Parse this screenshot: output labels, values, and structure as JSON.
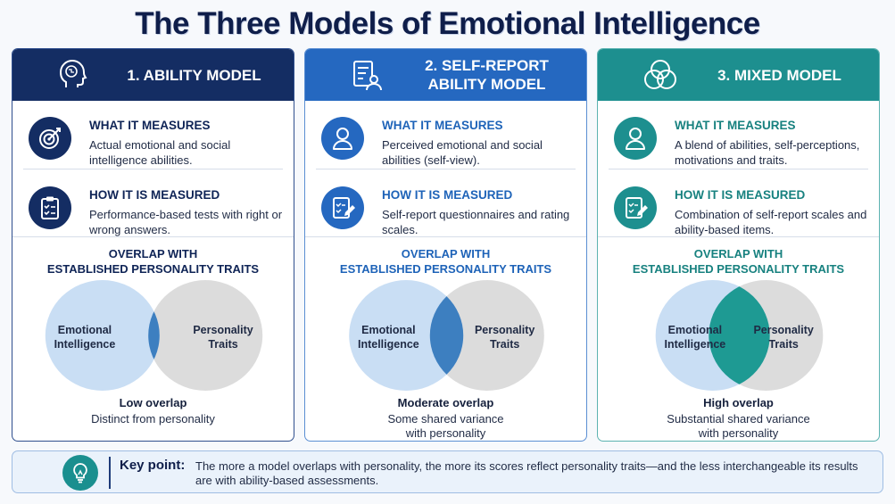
{
  "title": "The Three Models of Emotional Intelligence",
  "columns": [
    {
      "title": "1. ABILITY MODEL",
      "header_icon": "head-brain-icon",
      "colors": {
        "head": "#142d63",
        "accent": "#0f2456",
        "icon_bg": "#142d63",
        "border": "#2f4f8e",
        "overlap": "#3d7fc0"
      },
      "measures": {
        "heading": "WHAT IT MEASURES",
        "text": "Actual emotional and social intelligence abilities.",
        "icon": "target-icon"
      },
      "method": {
        "heading": "HOW IT IS MEASURED",
        "text": "Performance-based tests with right or wrong answers.",
        "icon": "clipboard-check-icon"
      },
      "overlap_title": "OVERLAP WITH\nESTABLISHED PERSONALITY TRAITS",
      "overlap_fraction": 0.15,
      "venn_left": "Emotional\nIntelligence",
      "venn_right": "Personality\nTraits",
      "overlap_level": "Low overlap",
      "overlap_desc": "Distinct from personality"
    },
    {
      "title": "2. SELF-REPORT\nABILITY MODEL",
      "header_icon": "report-person-icon",
      "colors": {
        "head": "#2568c0",
        "accent": "#1e63b8",
        "icon_bg": "#2568c0",
        "border": "#5b8fd3",
        "overlap": "#3d7fc0"
      },
      "measures": {
        "heading": "WHAT IT MEASURES",
        "text": "Perceived emotional and social abilities (self-view).",
        "icon": "person-icon"
      },
      "method": {
        "heading": "HOW IT IS MEASURED",
        "text": "Self-report questionnaires and rating scales.",
        "icon": "form-pencil-icon"
      },
      "overlap_title": "OVERLAP WITH\nESTABLISHED PERSONALITY TRAITS",
      "overlap_fraction": 0.35,
      "venn_left": "Emotional\nIntelligence",
      "venn_right": "Personality\nTraits",
      "overlap_level": "Moderate overlap",
      "overlap_desc": "Some shared variance\nwith personality"
    },
    {
      "title": "3. MIXED MODEL",
      "header_icon": "three-circles-icon",
      "colors": {
        "head": "#1d8f8f",
        "accent": "#17817f",
        "icon_bg": "#1d8f8f",
        "border": "#5cb3b1",
        "overlap": "#1e9a93"
      },
      "measures": {
        "heading": "WHAT IT MEASURES",
        "text": "A blend of abilities, self-perceptions, motivations and traits.",
        "icon": "person-icon"
      },
      "method": {
        "heading": "HOW IT IS MEASURED",
        "text": "Combination of self-report scales and ability-based items.",
        "icon": "form-pencil-icon"
      },
      "overlap_title": "OVERLAP WITH\nESTABLISHED PERSONALITY TRAITS",
      "overlap_fraction": 0.6,
      "venn_left": "Emotional\nIntelligence",
      "venn_right": "Personality\nTraits",
      "overlap_level": "High overlap",
      "overlap_desc": "Substantial shared variance\nwith personality"
    }
  ],
  "key_point": {
    "label": "Key point:",
    "icon": "lightbulb-icon",
    "text": "The more a model overlaps with personality, the more its scores reflect personality traits—and the less interchangeable its results are with ability-based assessments."
  }
}
